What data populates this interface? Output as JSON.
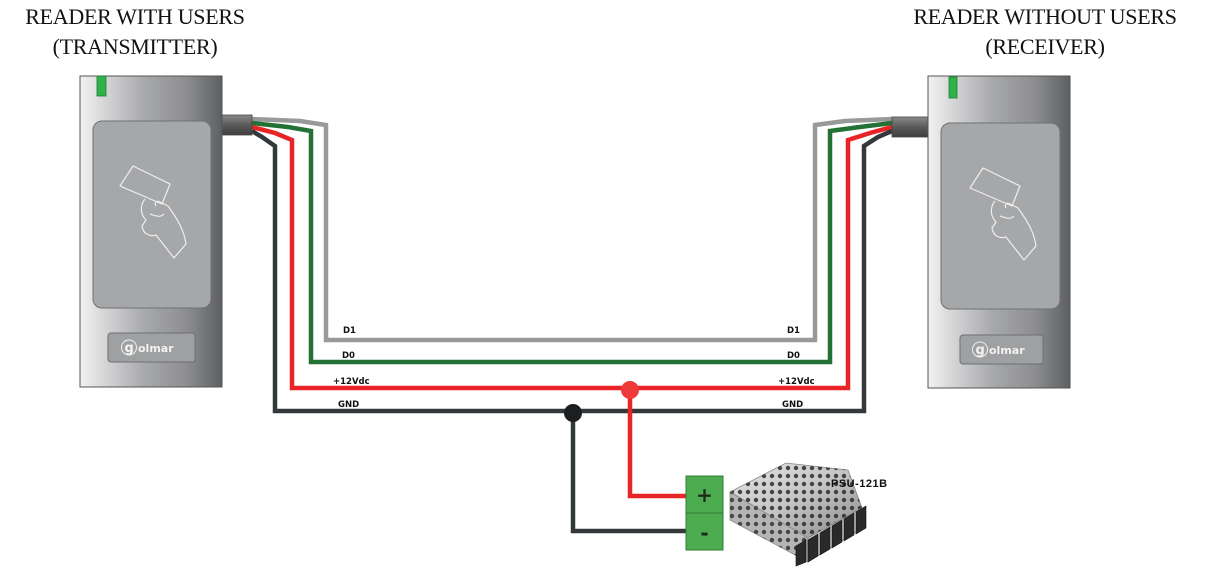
{
  "titles": {
    "left_line1": "READER WITH USERS",
    "left_line2": "(TRANSMITTER)",
    "right_line1": "READER WITHOUT USERS",
    "right_line2": "(RECEIVER)"
  },
  "readers": {
    "left": {
      "brand": "golmar",
      "role": "transmitter"
    },
    "right": {
      "brand": "golmar",
      "role": "receiver"
    }
  },
  "wires": [
    {
      "id": "d1",
      "label": "D1",
      "color": "#979a98"
    },
    {
      "id": "d0",
      "label": "D0",
      "color": "#247136"
    },
    {
      "id": "vcc",
      "label": "+12Vdc",
      "color": "#e92427"
    },
    {
      "id": "gnd",
      "label": "GND",
      "color": "#33383a"
    }
  ],
  "power_supply": {
    "model": "PSU-121B",
    "terminal_plus": "+",
    "terminal_minus": "-",
    "terminal_color": "#4cac4f"
  },
  "colors": {
    "led": "#2fb24a",
    "junction_red": "#ee3a38",
    "junction_black": "#1d1e20"
  }
}
